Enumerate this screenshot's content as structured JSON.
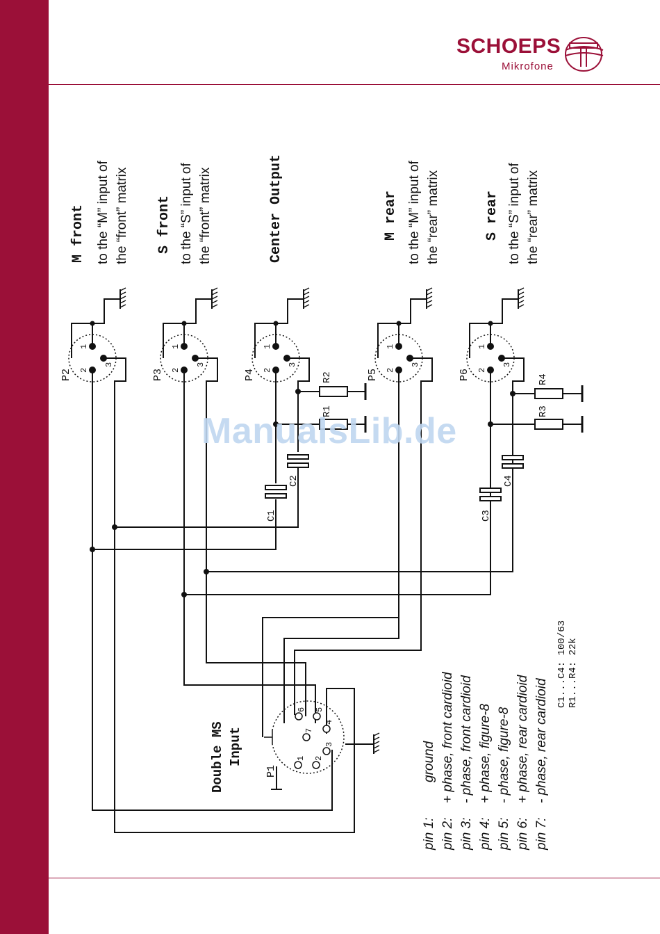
{
  "header": {
    "brand": "SCHOEPS",
    "subbrand": "Mikrofone"
  },
  "outputs": [
    {
      "title": "M front",
      "desc1": "to the “M” input of",
      "desc2": "the “front” matrix"
    },
    {
      "title": "S front",
      "desc1": "to the “S” input of",
      "desc2": "the “front” matrix"
    },
    {
      "title": "Center Output"
    },
    {
      "title": "M rear",
      "desc1": "to the “M” input of",
      "desc2": "the “rear” matrix"
    },
    {
      "title": "S rear",
      "desc1": "to the “S” input of",
      "desc2": "the “rear” matrix"
    }
  ],
  "connectors": [
    "P1",
    "P2",
    "P3",
    "P4",
    "P5",
    "P6"
  ],
  "xlr_pins": [
    "1",
    "2",
    "3"
  ],
  "din_pins": [
    "1",
    "2",
    "3",
    "4",
    "5",
    "6",
    "7"
  ],
  "components": [
    "C1",
    "C2",
    "C3",
    "C4",
    "R1",
    "R2",
    "R3",
    "R4"
  ],
  "input_label": {
    "line1": "Double MS",
    "line2": "Input"
  },
  "values": {
    "line1": "C1...C4:  100/63",
    "line2": "R1...R4:  22k"
  },
  "pin_legend": [
    {
      "pin": "pin 1:",
      "desc": "ground"
    },
    {
      "pin": "pin 2:",
      "desc": "+ phase, front cardioid"
    },
    {
      "pin": "pin 3:",
      "desc": "- phase, front cardioid"
    },
    {
      "pin": "pin 4:",
      "desc": "+ phase, figure-8"
    },
    {
      "pin": "pin 5:",
      "desc": "- phase, figure-8"
    },
    {
      "pin": "pin 6:",
      "desc": "+ phase, rear cardioid"
    },
    {
      "pin": "pin 7:",
      "desc": "- phase, rear cardioid"
    }
  ],
  "watermark": "ManualsLib.de",
  "colors": {
    "brand": "#9b1038",
    "watermark": "#bfd7f0",
    "ink": "#111111"
  }
}
